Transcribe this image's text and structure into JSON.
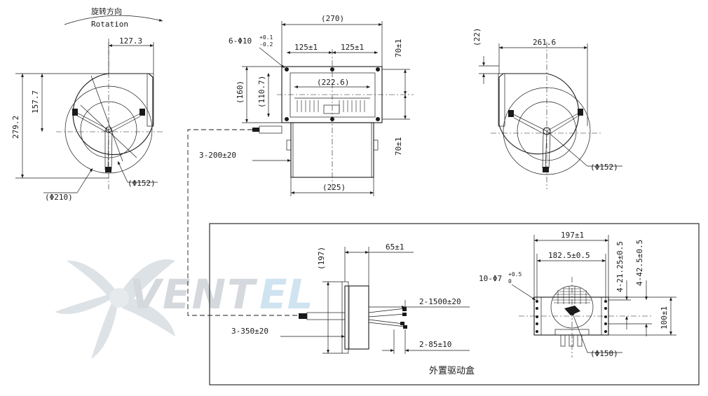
{
  "rotation": {
    "cn": "旋转方向",
    "en": "Rotation"
  },
  "left_view": {
    "dim_width": "127.3",
    "dim_height_total": "279.2",
    "dim_height_upper": "157.7",
    "dia_outer": "(Φ210)",
    "dia_inner": "(Φ152)"
  },
  "front_view": {
    "dim_total_width": "(270)",
    "dim_hole_left": "125±1",
    "dim_hole_right": "125±1",
    "holes": "6-Φ10",
    "holes_tol_upper": "+0.1",
    "holes_tol_lower": "-0.2",
    "dim_outlet": "(222.6)",
    "dim_flange_h": "(160)",
    "dim_outlet_h": "(110.7)",
    "dim_v_upper": "70±1",
    "dim_v_lower": "70±1",
    "cable": "3-200±20",
    "dim_body": "(225)"
  },
  "right_view": {
    "dim_offset": "(22)",
    "dim_width": "261.6",
    "dia_inner": "(Φ152)"
  },
  "driver_box": {
    "title": "外置驱动盒",
    "dim_height": "(197)",
    "dim_depth": "65±1",
    "cable_out": "2-1500±20",
    "cable_in": "3-350±20",
    "cable_short": "2-85±10",
    "dim_width": "197±1",
    "dim_hole_pitch": "182.5±0.5",
    "holes": "10-Φ7",
    "holes_tol_upper": "+0.5",
    "holes_tol_lower": "0",
    "dim_v1": "4-21.25±0.5",
    "dim_v2": "4-42.5±0.5",
    "dim_side": "100±1",
    "dia": "(Φ150)"
  },
  "watermark": {
    "brand_main": "VENT",
    "brand_tail": "EL"
  }
}
